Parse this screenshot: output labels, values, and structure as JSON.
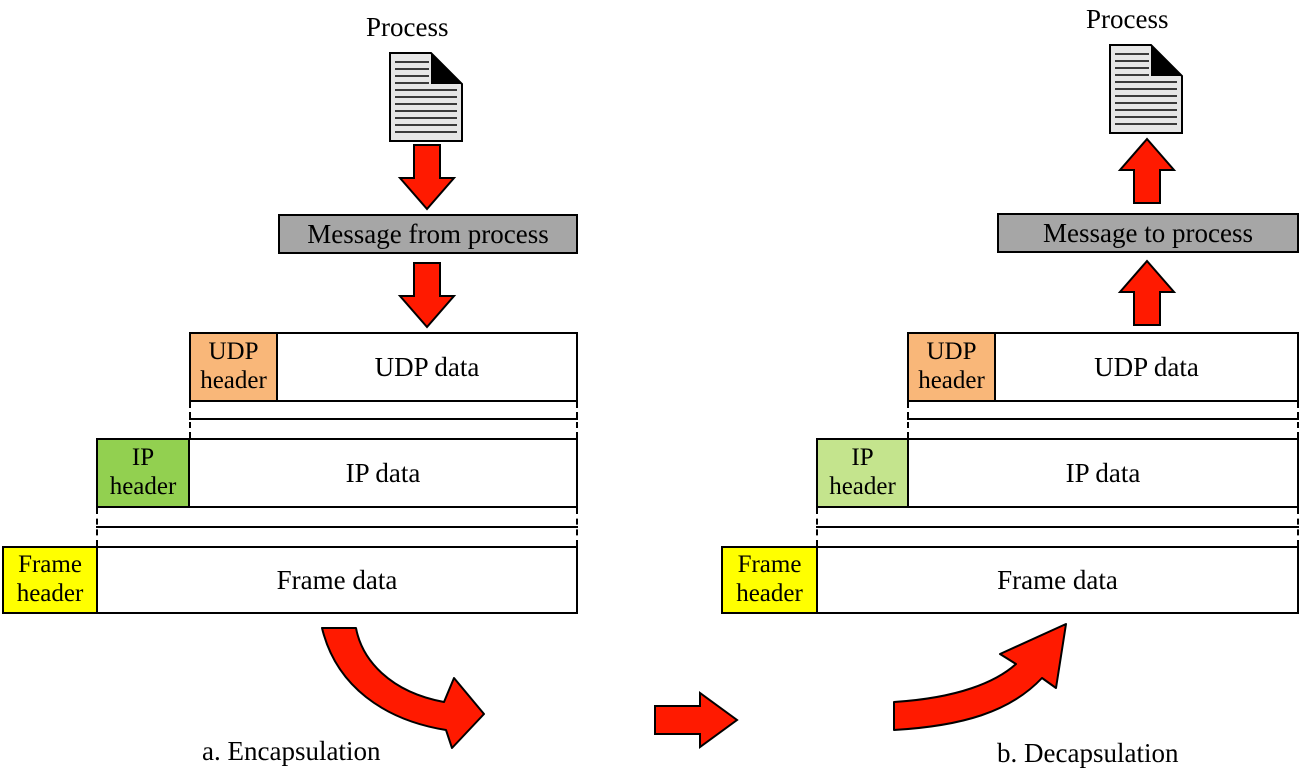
{
  "colors": {
    "arrow": "#ff1a00",
    "udp_header": "#f9b779",
    "ip_header_encap": "#92d050",
    "ip_header_decap": "#c4e48d",
    "frame_header": "#ffff00",
    "message_box": "#a6a6a6",
    "document": "#e6e6e6"
  },
  "encapsulation": {
    "process_label": "Process",
    "message_label": "Message from  process",
    "udp": {
      "header_line1": "UDP",
      "header_line2": "header",
      "data_label": "UDP  data"
    },
    "ip": {
      "header_line1": "IP",
      "header_line2": "header",
      "data_label": "IP data"
    },
    "frame": {
      "header_line1": "Frame",
      "header_line2": "header",
      "data_label": "Frame data"
    },
    "caption": "a. Encapsulation"
  },
  "decapsulation": {
    "process_label": "Process",
    "message_label": "Message to  process",
    "udp": {
      "header_line1": "UDP",
      "header_line2": "header",
      "data_label": "UDP  data"
    },
    "ip": {
      "header_line1": "IP",
      "header_line2": "header",
      "data_label": "IP data"
    },
    "frame": {
      "header_line1": "Frame",
      "header_line2": "header",
      "data_label": "Frame data"
    },
    "caption": "b. Decapsulation"
  },
  "icons": {
    "document": "document-icon",
    "arrow_down": "arrow-down-icon",
    "arrow_up": "arrow-up-icon",
    "arrow_right": "arrow-right-icon",
    "curved_arrow": "curved-arrow-icon"
  }
}
